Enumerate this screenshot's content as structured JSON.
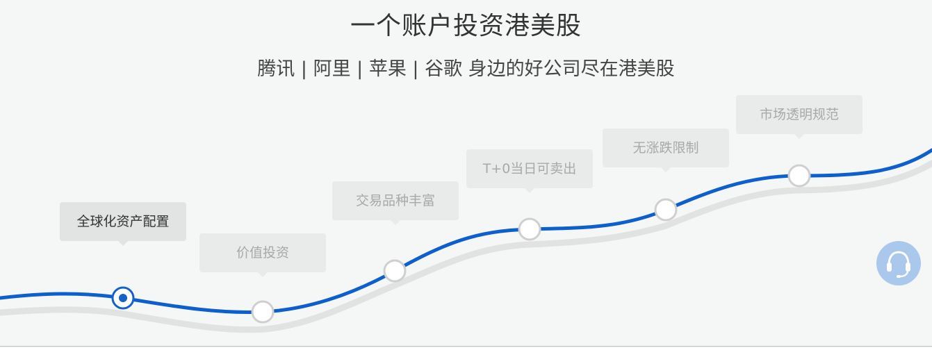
{
  "header": {
    "title": "一个账户投资港美股",
    "subtitle": "腾讯 | 阿里 | 苹果 | 谷歌 身边的好公司尽在港美股"
  },
  "features": [
    {
      "label": "全球化资产配置",
      "active": true
    },
    {
      "label": "价值投资",
      "active": false
    },
    {
      "label": "交易品种丰富",
      "active": false
    },
    {
      "label": "T+0当日可卖出",
      "active": false
    },
    {
      "label": "无涨跌限制",
      "active": false
    },
    {
      "label": "市场透明规范",
      "active": false
    }
  ],
  "support": {
    "icon": "headset-icon"
  },
  "colors": {
    "curve": "#0d5fce",
    "accent_active": "#1561c8",
    "bubble_bg": "#e9eaea",
    "support_bg": "#a9c8ec"
  }
}
